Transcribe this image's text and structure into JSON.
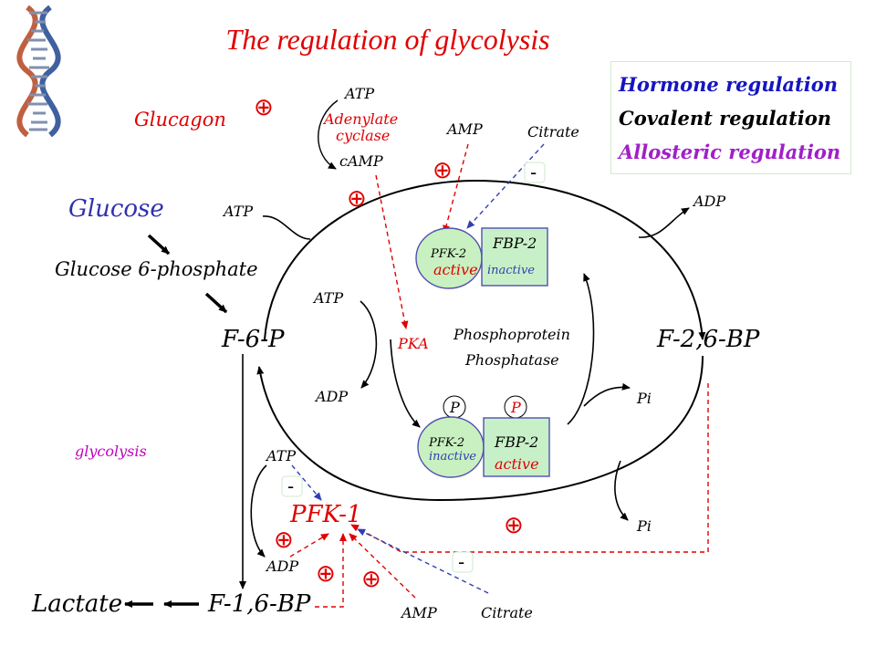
{
  "title": "The regulation of glycolysis",
  "legend": {
    "items": [
      {
        "label": "Hormone regulation",
        "color": "#1515c0"
      },
      {
        "label": "Covalent regulation",
        "color": "#000000"
      },
      {
        "label": "Allosteric regulation",
        "color": "#a020c8"
      }
    ]
  },
  "colors": {
    "activation": "#e00000",
    "inhibition": "#3040b0",
    "pfk2_fill": "#c8f0c0",
    "fbp2_fill": "#c8f0c8",
    "glycolysis_label": "#c000c0",
    "glucose_label": "#3030b0"
  },
  "labels": {
    "glucagon": "Glucagon",
    "atp_top": "ATP",
    "adenylate": "Adenylate",
    "cyclase": "cyclase",
    "camp": "cAMP",
    "amp_top": "AMP",
    "citrate_top": "Citrate",
    "glucose": "Glucose",
    "glucose6p": "Glucose 6-phosphate",
    "f6p": "F-6-P",
    "f26bp": "F-2,6-BP",
    "atp_cycle_left": "ATP",
    "adp_cycle_right": "ADP",
    "atp_inner": "ATP",
    "adp_inner": "ADP",
    "pka": "PKA",
    "phosphoprotein": "Phosphoprotein",
    "phosphatase": "Phosphatase",
    "pi_upper": "Pi",
    "pi_lower": "Pi",
    "glycolysis": "glycolysis",
    "atp_pfk1": "ATP",
    "adp_pfk1": "ADP",
    "pfk1": "PFK-1",
    "lactate": "Lactate",
    "f16bp": "F-1,6-BP",
    "amp_bottom": "AMP",
    "citrate_bottom": "Citrate"
  },
  "enzyme_top": {
    "pfk2": "PFK-2",
    "pfk2_state": "active",
    "fbp2": "FBP-2",
    "fbp2_state": "inactive"
  },
  "enzyme_bottom": {
    "p_left": "P",
    "p_right": "P",
    "pfk2": "PFK-2",
    "pfk2_state": "inactive",
    "fbp2": "FBP-2",
    "fbp2_state": "active"
  },
  "signs": {
    "plus": "⊕",
    "minus": "-"
  }
}
